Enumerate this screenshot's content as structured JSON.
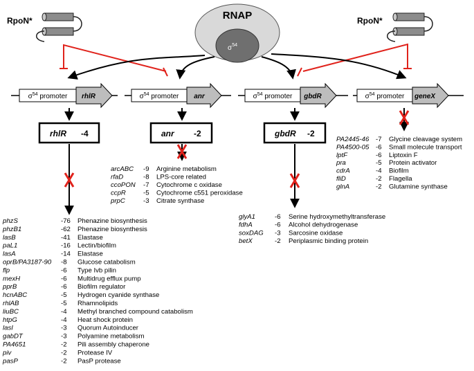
{
  "rnap": {
    "label": "RNAP",
    "sigma": "σ",
    "sigma_sup": "54"
  },
  "rpon": {
    "left_label": "RpoN*",
    "right_label": "RpoN*"
  },
  "promoter": {
    "sigma": "σ",
    "sup": "54",
    "text": " promoter"
  },
  "genes": [
    {
      "name": "rhlR",
      "fold": "-4"
    },
    {
      "name": "anr",
      "fold": "-2"
    },
    {
      "name": "gbdR",
      "fold": "-2"
    },
    {
      "name": "geneX"
    }
  ],
  "list_rhlR": [
    {
      "gene": "phzS",
      "fold": "-76",
      "desc": "Phenazine biosynthesis"
    },
    {
      "gene": "phzB1",
      "fold": "-62",
      "desc": "Phenazine biosynthesis"
    },
    {
      "gene": "lasB",
      "fold": "-41",
      "desc": "Elastase"
    },
    {
      "gene": "paL1",
      "fold": "-16",
      "desc": "Lectin/biofilm"
    },
    {
      "gene": "lasA",
      "fold": "-14",
      "desc": "Elastase"
    },
    {
      "gene": "oprB/PA3187-90",
      "fold": "-8",
      "desc": "Glucose catabolism"
    },
    {
      "gene": "flp",
      "fold": "-6",
      "desc": "Type Ivb pilin"
    },
    {
      "gene": "mexH",
      "fold": "-6",
      "desc": "Multidrug efflux pump"
    },
    {
      "gene": "pprB",
      "fold": "-6",
      "desc": "Biofilm regulator"
    },
    {
      "gene": "hcnABC",
      "fold": "-5",
      "desc": "Hydrogen cyanide synthase"
    },
    {
      "gene": "rhlAB",
      "fold": "-5",
      "desc": "Rhamnolipids"
    },
    {
      "gene": "liuBC",
      "fold": "-4",
      "desc": "Methyl branched compound catabolism"
    },
    {
      "gene": "htpG",
      "fold": "-4",
      "desc": "Heat shock protein"
    },
    {
      "gene": "lasI",
      "fold": "-3",
      "desc": "Quorum Autoinducer"
    },
    {
      "gene": "gabDT",
      "fold": "-3",
      "desc": "Polyamine metabolism"
    },
    {
      "gene": "PA4651",
      "fold": "-2",
      "desc": "Pili assembly chaperone"
    },
    {
      "gene": "piv",
      "fold": "-2",
      "desc": "Protease IV"
    },
    {
      "gene": "pasP",
      "fold": "-2",
      "desc": "PasP protease"
    }
  ],
  "list_anr": [
    {
      "gene": "arcABC",
      "fold": "-9",
      "desc": "Arginine metabolism"
    },
    {
      "gene": "rfaD",
      "fold": "-8",
      "desc": "LPS-core related"
    },
    {
      "gene": "ccoPON",
      "fold": "-7",
      "desc": "Cytochrome c oxidase"
    },
    {
      "gene": "ccpR",
      "fold": "-5",
      "desc": "Cytochrome c551 peroxidase"
    },
    {
      "gene": "prpC",
      "fold": "-3",
      "desc": "Citrate synthase"
    }
  ],
  "list_gbdR": [
    {
      "gene": "glyA1",
      "fold": "-6",
      "desc": "Serine hydroxymethyltransferase"
    },
    {
      "gene": "fdhA",
      "fold": "-6",
      "desc": "Alcohol dehydrogenase"
    },
    {
      "gene": "soxDAG",
      "fold": "-3",
      "desc": "Sarcosine oxidase"
    },
    {
      "gene": "betX",
      "fold": "-2",
      "desc": "Periplasmic binding protein"
    }
  ],
  "list_geneX": [
    {
      "gene": "PA2445-46",
      "fold": "-7",
      "desc": "Glycine cleavage system"
    },
    {
      "gene": "PA4500-05",
      "fold": "-6",
      "desc": "Small molecule transport"
    },
    {
      "gene": "lptF",
      "fold": "-6",
      "desc": "Liptoxin F"
    },
    {
      "gene": "pra",
      "fold": "-5",
      "desc": "Protein activator"
    },
    {
      "gene": "cdrA",
      "fold": "-4",
      "desc": "Biofilm"
    },
    {
      "gene": "fliD",
      "fold": "-2",
      "desc": "Flagella"
    },
    {
      "gene": "glnA",
      "fold": "-2",
      "desc": "Glutamine synthase"
    }
  ],
  "colors": {
    "inhibit": "#e0221b",
    "gene_fill": "#bdbdbd",
    "rnap_outer": "#d9d9d9",
    "rnap_inner": "#6f6f6f"
  }
}
